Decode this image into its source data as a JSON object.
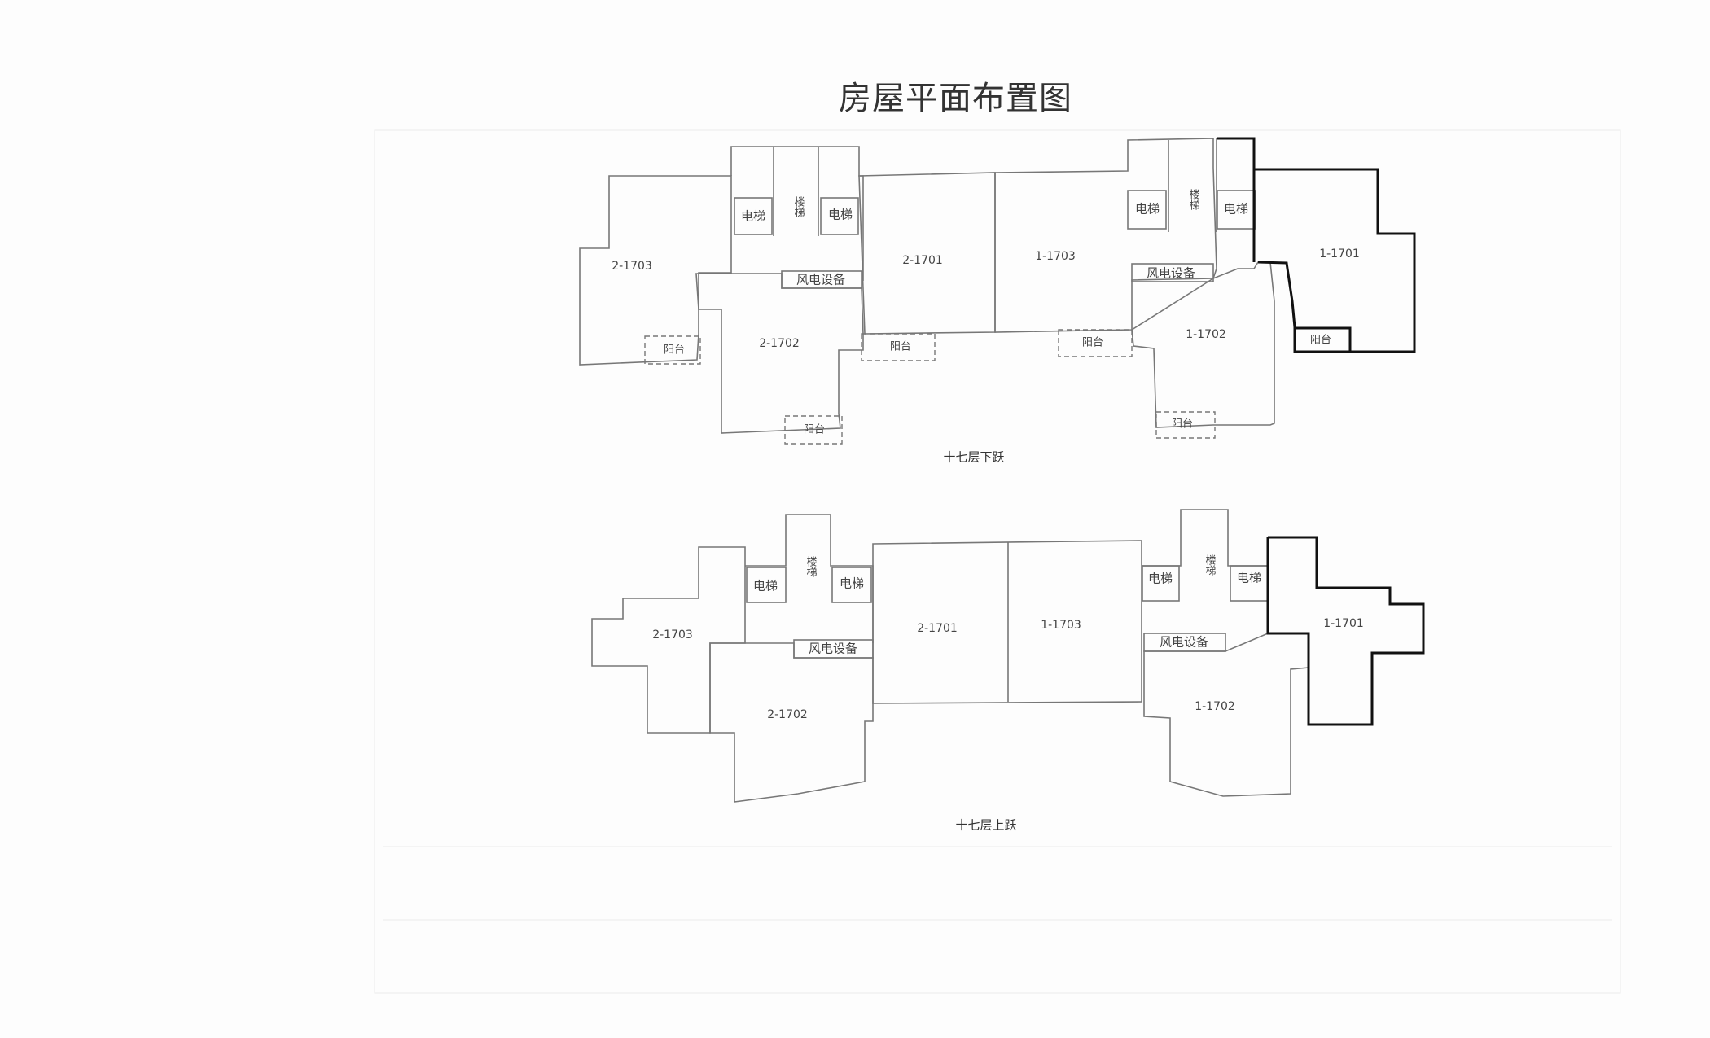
{
  "title": "房屋平面布置图",
  "lower_floor": {
    "caption": "十七层下跃",
    "units": {
      "u2_1703": "2-1703",
      "u2_1701": "2-1701",
      "u1_1703": "1-1703",
      "u1_1701": "1-1701",
      "u2_1702": "2-1702",
      "u1_1702": "1-1702"
    },
    "elevator": "电梯",
    "stairs": "楼梯",
    "equipment": "风电设备",
    "balcony": "阳台"
  },
  "upper_floor": {
    "caption": "十七层上跃",
    "units": {
      "u2_1703": "2-1703",
      "u2_1701": "2-1701",
      "u1_1703": "1-1703",
      "u1_1701": "1-1701",
      "u2_1702": "2-1702",
      "u1_1702": "1-1702"
    },
    "elevator": "电梯",
    "stairs": "楼梯",
    "equipment": "风电设备"
  }
}
